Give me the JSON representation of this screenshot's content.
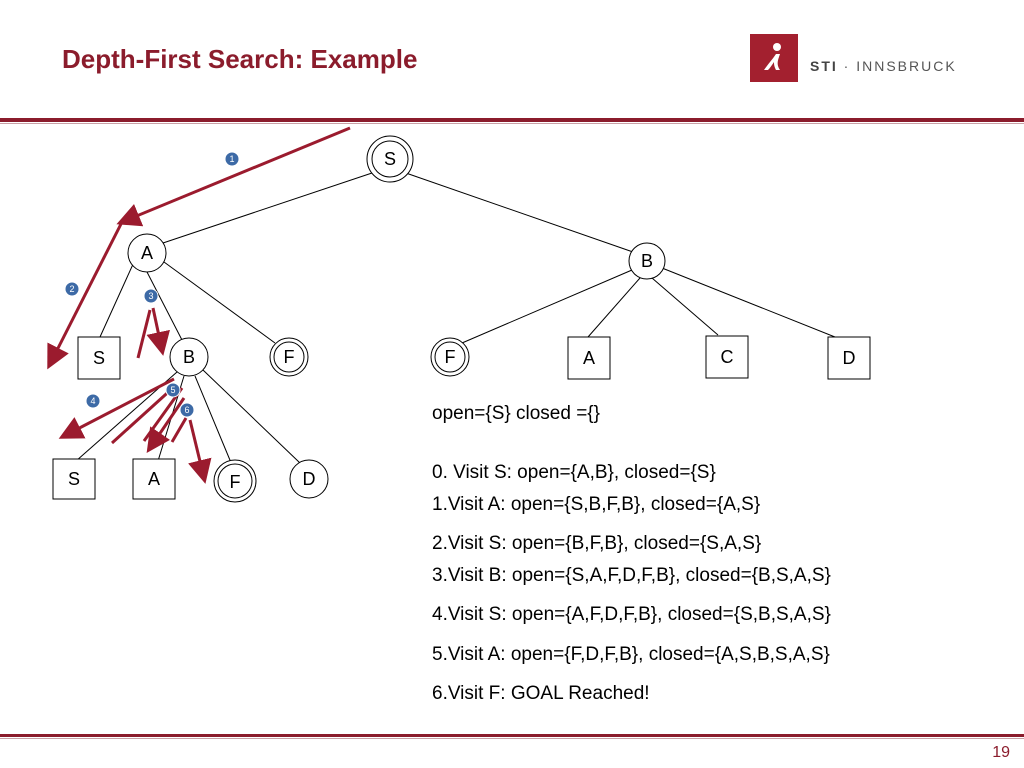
{
  "slide": {
    "title": "Depth-First Search: Example",
    "page_number": "19"
  },
  "logo": {
    "brand": "STI",
    "separator": " · ",
    "name": "INNSBRUCK"
  },
  "tree": {
    "nodes": {
      "root_S": "S",
      "A": "A",
      "B": "B",
      "A_S": "S",
      "A_B": "B",
      "A_F": "F",
      "B_F": "F",
      "B_A": "A",
      "B_C": "C",
      "B_D": "D",
      "AB_S": "S",
      "AB_A": "A",
      "AB_F": "F",
      "AB_D": "D"
    },
    "steps": [
      "1",
      "2",
      "3",
      "4",
      "5",
      "6"
    ]
  },
  "trace": {
    "initial": "open={S} closed ={}",
    "lines": [
      "0. Visit S: open={A,B}, closed={S}",
      "1.Visit A: open={S,B,F,B}, closed={A,S}",
      "2.Visit S: open={B,F,B}, closed={S,A,S}",
      "3.Visit B: open={S,A,F,D,F,B}, closed={B,S,A,S}",
      "4.Visit S: open={A,F,D,F,B}, closed={S,B,S,A,S}",
      "5.Visit A: open={F,D,F,B}, closed={A,S,B,S,A,S}",
      "6.Visit F: GOAL Reached!"
    ]
  },
  "colors": {
    "accent": "#8b1c2c",
    "arrow": "#9b1b2e",
    "badge": "#3d6aa6"
  }
}
